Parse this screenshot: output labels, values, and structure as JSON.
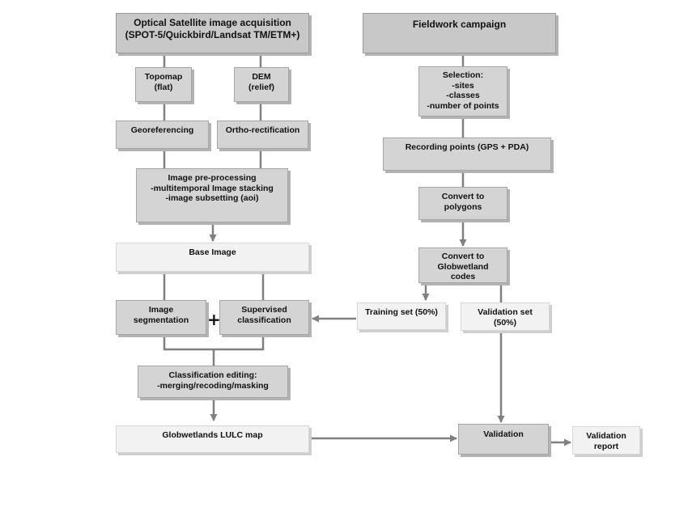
{
  "left_flow": {
    "acquisition": {
      "line1": "Optical Satellite image acquisition",
      "line2": "(SPOT-5/Quickbird/Landsat TM/ETM+)"
    },
    "topomap": {
      "line1": "Topomap",
      "line2": "(flat)"
    },
    "dem": {
      "line1": "DEM",
      "line2": "(relief)"
    },
    "georeferencing": {
      "line1": "Georeferencing"
    },
    "ortho": {
      "line1": "Ortho-rectification"
    },
    "preprocessing": {
      "line1": "Image pre-processing",
      "line2": "-multitemporal Image stacking",
      "line3": "-image subsetting (aoi)"
    },
    "base_image": {
      "line1": "Base Image"
    },
    "segmentation": {
      "line1": "Image",
      "line2": "segmentation"
    },
    "plus": "+",
    "supervised": {
      "line1": "Supervised",
      "line2": "classification"
    },
    "editing": {
      "line1": "Classification editing:",
      "line2": "-merging/recoding/masking"
    },
    "lulc_map": {
      "line1": "Globwetlands LULC map"
    }
  },
  "right_flow": {
    "fieldwork": {
      "line1": "Fieldwork campaign"
    },
    "selection": {
      "line1": "Selection:",
      "line2": "-sites",
      "line3": "-classes",
      "line4": "-number of points"
    },
    "recording": {
      "line1": "Recording points (GPS + PDA)"
    },
    "polygons": {
      "line1": "Convert to",
      "line2": "polygons"
    },
    "codes": {
      "line1": "Convert to",
      "line2": "Globwetland",
      "line3": "codes"
    },
    "training": {
      "line1": "Training set (50%)"
    },
    "validation_set": {
      "line1": "Validation set",
      "line2": "(50%)"
    },
    "validation": {
      "line1": "Validation"
    },
    "report": {
      "line1": "Validation",
      "line2": "report"
    }
  },
  "colors": {
    "dark_box": "#c8c8c8",
    "mid_box": "#d4d4d4",
    "light_box": "#f2f2f2",
    "connector": "#808080"
  }
}
